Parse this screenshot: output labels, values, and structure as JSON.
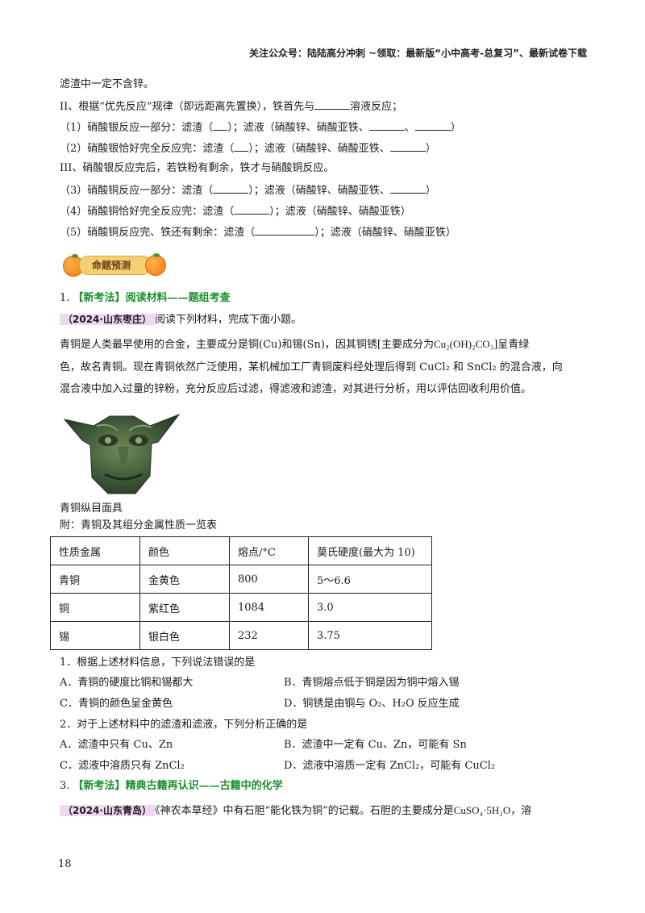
{
  "header": {
    "text": "关注公众号：陆陆高分冲刺 ~领取：最新版“小中高考-总复习”、最新试卷下载"
  },
  "lines": {
    "l1": "滤渣中一定不含锌。",
    "l2a": "II、根据“优先反应”规律（即远距离先置换），铁首先与",
    "l2b": "溶液反应；",
    "l3a": "（1）硝酸银反应一部分：滤渣（",
    "l3b": "）；滤液（硝酸锌、硝酸亚铁、",
    "l3c": "、",
    "l3d": "）",
    "l4a": "（2）硝酸银恰好完全反应完：滤渣（",
    "l4b": "）；滤液（硝酸锌、硝酸亚铁、",
    "l4c": "）",
    "l5": "III、硝酸银反应完后，若铁粉有剩余，铁才与硝酸铜反应。",
    "l6a": "（3）硝酸铜反应一部分：滤渣（",
    "l6b": "）；滤液（硝酸锌、硝酸亚铁、",
    "l6c": "）",
    "l7a": "（4）硝酸铜恰好完全反应完：滤渣（",
    "l7b": "）；滤液（硝酸锌、硝酸亚铁）",
    "l8a": "（5）硝酸铜反应完、铁还有剩余：滤渣（",
    "l8b": "）；滤液（硝酸锌、硝酸亚铁）"
  },
  "banner": {
    "label": "命题预测"
  },
  "q1": {
    "num": "1.",
    "tag": "【新考法】",
    "title": "阅读材料——题组考查",
    "source": "（2024·山东枣庄）",
    "instruction": "阅读下列材料，完成下面小题。",
    "p1a": "青铜是人类最早使用的合金，主要成分是铜(Cu)和锡(Sn)，因其铜锈[主要成分为",
    "formula": "Cu₂(OH)₂CO₃",
    "p1b": "]呈青绿",
    "p2": "色，故名青铜。现在青铜依然广泛使用，某机械加工厂青铜废料经处理后得到 CuCl₂ 和 SnCl₂ 的混合液，向",
    "p3": "混合液中加入过量的锌粉，充分反应后过滤，得滤液和滤渣，对其进行分析，用以评估回收利用价值。",
    "caption": "青铜纵目面具",
    "table_title": "附：青铜及其组分金属性质一览表"
  },
  "table": {
    "headers": [
      "性质金属",
      "颜色",
      "熔点/°C",
      "莫氏硬度(最大为 10)"
    ],
    "rows": [
      [
        "青铜",
        "金黄色",
        "800",
        "5～6.6"
      ],
      [
        "铜",
        "紫红色",
        "1084",
        "3.0"
      ],
      [
        "锡",
        "银白色",
        "232",
        "3.75"
      ]
    ]
  },
  "sub1": {
    "stem": "1．根据上述材料信息，下列说法错误的是",
    "A": "A．青铜的硬度比铜和锡都大",
    "B": "B．青铜熔点低于铜是因为铜中熔入锡",
    "C": "C．青铜的颜色呈金黄色",
    "D": "D．铜锈是由铜与 O₂、H₂O 反应生成"
  },
  "sub2": {
    "stem": "2．对于上述材料中的滤渣和滤液，下列分析正确的是",
    "A": "A．滤渣中只有 Cu、Zn",
    "B": "B．滤渣中一定有 Cu、Zn，可能有 Sn",
    "C": "C．滤液中溶质只有 ZnCl₂",
    "D": "D．滤液中溶质一定有 ZnCl₂，可能有 CuCl₂"
  },
  "q3": {
    "num": "3.",
    "tag": "【新考法】",
    "title": "精典古籍再认识——古籍中的化学",
    "source": "（2024·山东青岛）",
    "text": "《神农本草经》中有石胆“能化铁为铜”的记载。石胆的主要成分是",
    "formula": "CuSO₄·5H₂O",
    "tail": "，溶"
  },
  "page_number": "18"
}
